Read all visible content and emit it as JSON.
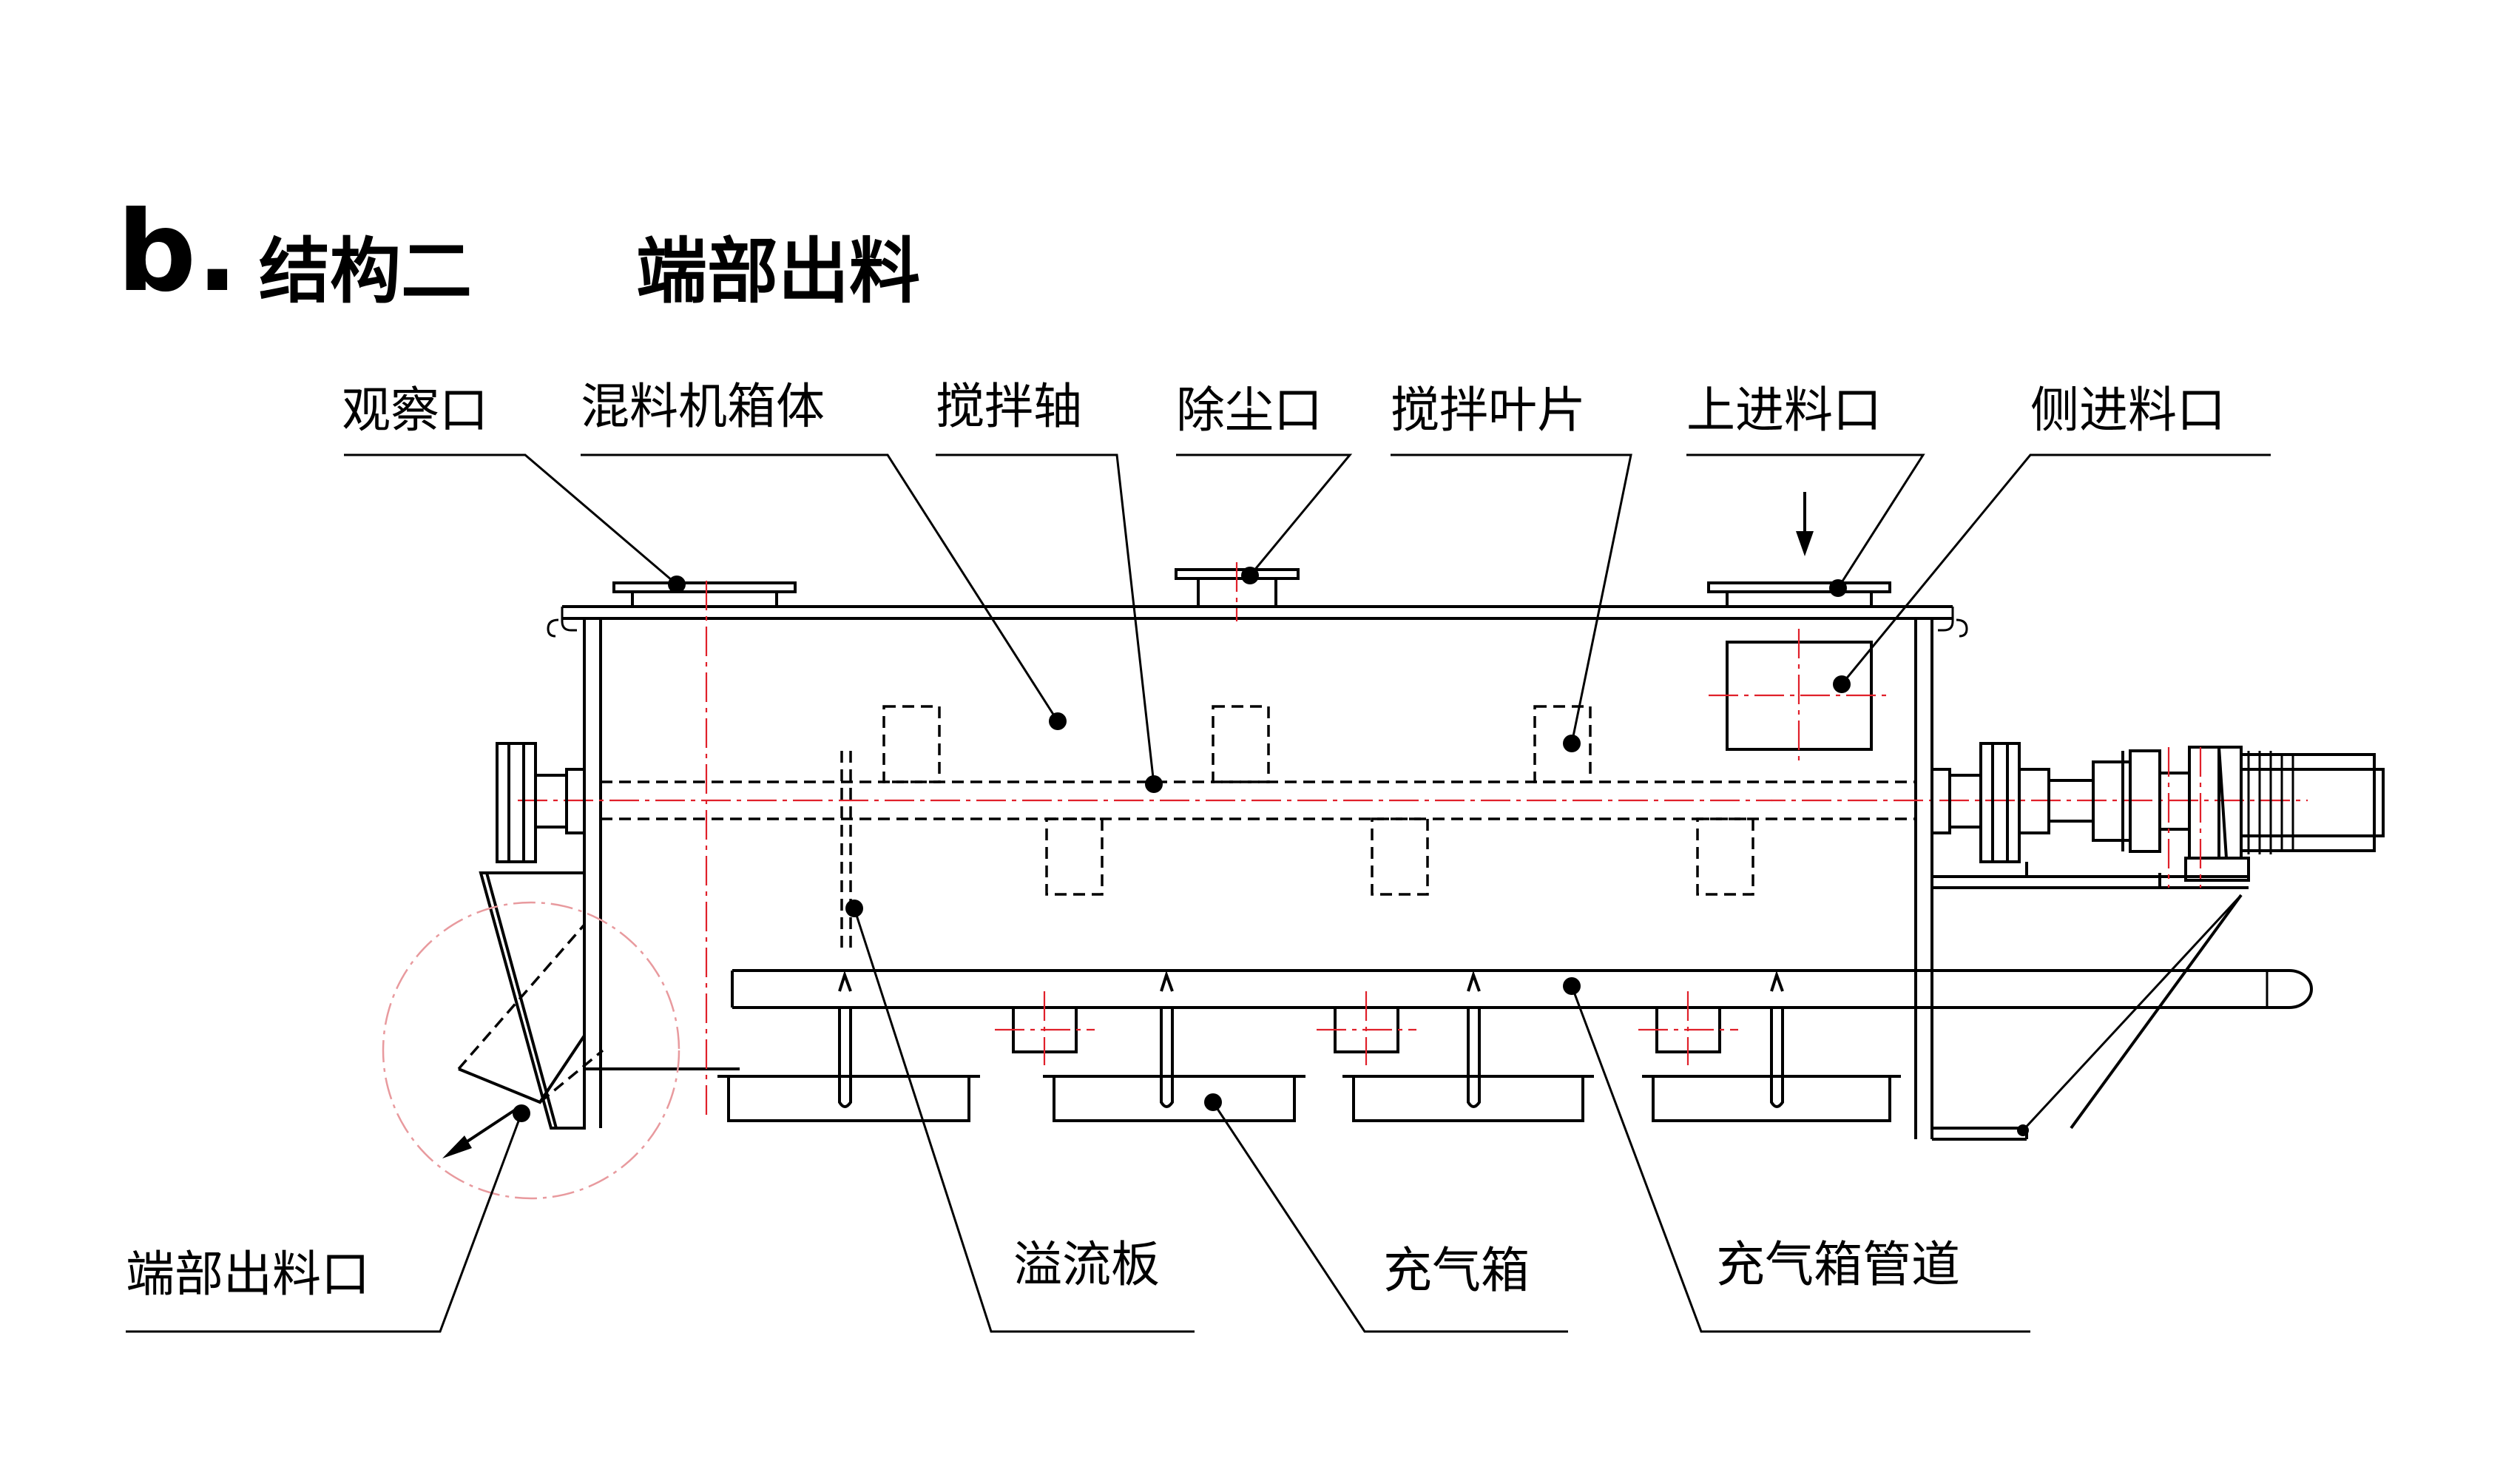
{
  "title": {
    "prefix": "b.",
    "main": "结构二",
    "sub": "端部出料"
  },
  "labels": {
    "observation_port": "观察口",
    "mixer_body": "混料机箱体",
    "mixing_shaft": "搅拌轴",
    "dust_port": "除尘口",
    "mixing_blade": "搅拌叶片",
    "top_inlet": "上进料口",
    "side_inlet": "侧进料口",
    "end_outlet": "端部出料口",
    "overflow_plate": "溢流板",
    "aeration_box": "充气箱",
    "aeration_pipe": "充气箱管道"
  },
  "colors": {
    "line": "#000000",
    "centerline": "#e0202a",
    "circle": "#e89a9e"
  }
}
